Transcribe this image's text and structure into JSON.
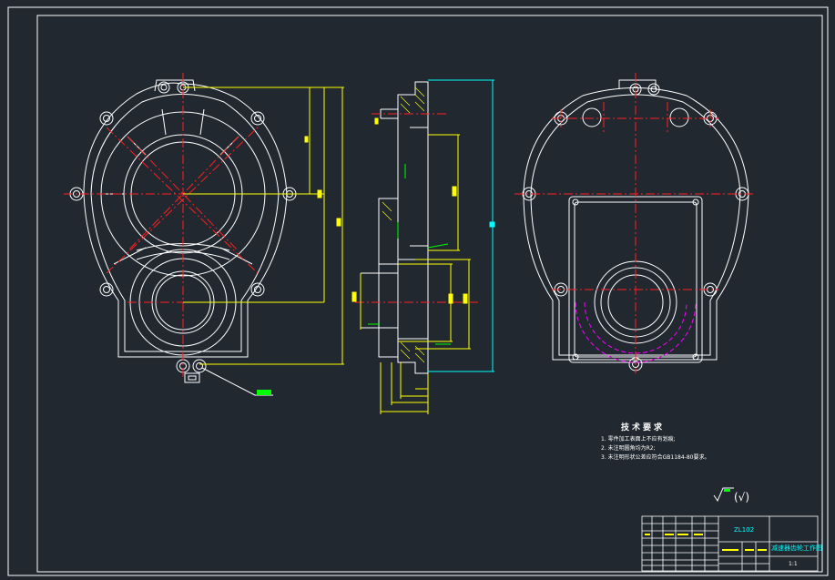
{
  "tech_requirements": {
    "title": "技术要求",
    "lines": [
      "1. 零件加工表面上不应有划痕;",
      "2. 未注明圆角均为R2;",
      "3. 未注明形状公差应符合GB1184-80要求。"
    ]
  },
  "roughness_symbol": "(√)",
  "title_block": {
    "part_name": "减速器齿轮工作图",
    "material": "ZL102",
    "scale": "1:1"
  },
  "colors": {
    "background": "#212830",
    "outline": "#ffffff",
    "centerline": "#ff2020",
    "dimension": "#ffff00",
    "leader": "#00ff00",
    "cyan": "#00ffff",
    "magenta": "#ff00ff"
  }
}
